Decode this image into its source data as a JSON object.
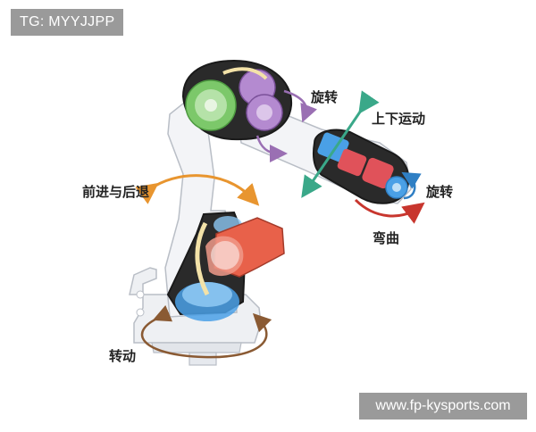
{
  "header": {
    "tag": "TG: MYYJJPP"
  },
  "footer": {
    "watermark": "www.fp-kysports.com"
  },
  "labels": {
    "rotate_top": "旋转",
    "up_down": "上下运动",
    "forward_back": "前进与后退",
    "rotate_wrist": "旋转",
    "bend": "弯曲",
    "turn_base": "转动"
  },
  "colors": {
    "arrow_orange": "#e8952f",
    "arrow_purple": "#9a6fb3",
    "arrow_teal": "#3aa889",
    "arrow_red": "#c8362e",
    "arrow_blue": "#2f7fc4",
    "arrow_brown": "#8a5a33",
    "motor_green": "#7cc86a",
    "motor_purple": "#b48ad0",
    "motor_blue": "#4aa0e6",
    "motor_red": "#e0525a",
    "motor_orange_red": "#e8614a"
  }
}
